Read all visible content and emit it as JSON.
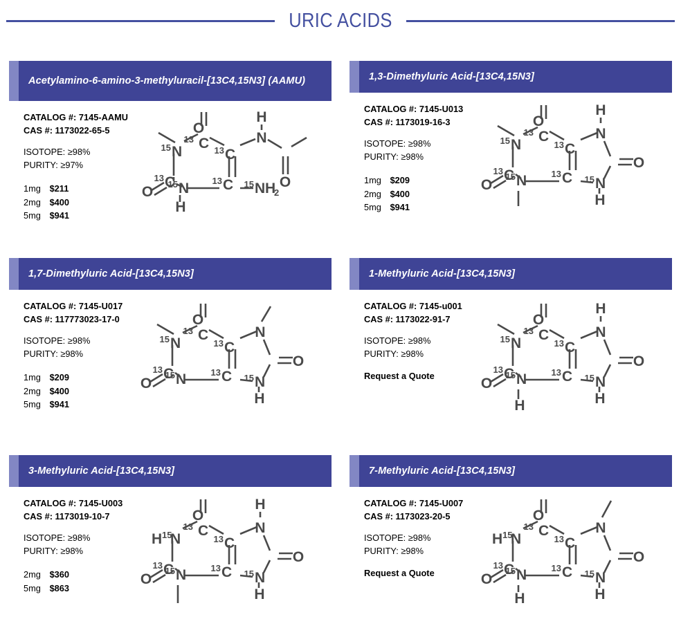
{
  "page": {
    "title": "URIC ACIDS"
  },
  "theme": {
    "title_color": "#4450a0",
    "header_bar_color": "#3f4496",
    "header_strip_color": "#8287c4",
    "structure_color": "#4a4a4a"
  },
  "labels": {
    "catalog": "CATALOG #:",
    "cas": "CAS #:",
    "isotope": "ISOTOPE:",
    "purity": "PURITY:"
  },
  "products": [
    {
      "name": "Acetylamino-6-amino-3-methyluracil-[13C4,15N3] (AAMU)",
      "catalog": "7145-AAMU",
      "cas": "1173022-65-5",
      "isotope": "≥98%",
      "purity": "≥97%",
      "prices": [
        {
          "size": "1mg",
          "price": "$211"
        },
        {
          "size": "2mg",
          "price": "$400"
        },
        {
          "size": "5mg",
          "price": "$941"
        }
      ],
      "quote": null
    },
    {
      "name": "1,3-Dimethyluric Acid-[13C4,15N3]",
      "catalog": "7145-U013",
      "cas": "1173019-16-3",
      "isotope": "≥98%",
      "purity": "≥98%",
      "prices": [
        {
          "size": "1mg",
          "price": "$209"
        },
        {
          "size": "2mg",
          "price": "$400"
        },
        {
          "size": "5mg",
          "price": "$941"
        }
      ],
      "quote": null
    },
    {
      "name": "1,7-Dimethyluric Acid-[13C4,15N3]",
      "catalog": "7145-U017",
      "cas": "117773023-17-0",
      "isotope": "≥98%",
      "purity": "≥98%",
      "prices": [
        {
          "size": "1mg",
          "price": "$209"
        },
        {
          "size": "2mg",
          "price": "$400"
        },
        {
          "size": "5mg",
          "price": "$941"
        }
      ],
      "quote": null
    },
    {
      "name": "1-Methyluric Acid-[13C4,15N3]",
      "catalog": "7145-u001",
      "cas": "1173022-91-7",
      "isotope": "≥98%",
      "purity": "≥98%",
      "prices": [],
      "quote": "Request a Quote"
    },
    {
      "name": "3-Methyluric Acid-[13C4,15N3]",
      "catalog": "7145-U003",
      "cas": "1173019-10-7",
      "isotope": "≥98%",
      "purity": "≥98%",
      "prices": [
        {
          "size": "2mg",
          "price": "$360"
        },
        {
          "size": "5mg",
          "price": "$863"
        }
      ],
      "quote": null
    },
    {
      "name": "7-Methyluric Acid-[13C4,15N3]",
      "catalog": "7145-U007",
      "cas": "1173023-20-5",
      "isotope": "≥98%",
      "purity": "≥98%",
      "prices": [],
      "quote": "Request a Quote"
    }
  ],
  "structures": {
    "atoms": {
      "C": "C",
      "N": "N",
      "O": "O",
      "H": "H",
      "NH2": "NH",
      "sub2": "2",
      "c13": "13",
      "n15": "15"
    }
  }
}
